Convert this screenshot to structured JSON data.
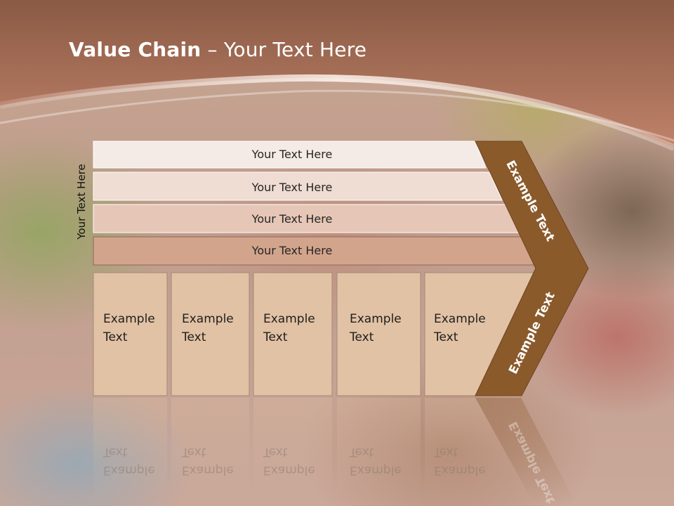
{
  "title": {
    "bold": "Value Chain",
    "rest": " – Your Text Here"
  },
  "side_label": "Your Text Here",
  "rows": [
    {
      "label": "Your Text Here",
      "color": "#f4ebe6"
    },
    {
      "label": "Your Text Here",
      "color": "#efdcd2"
    },
    {
      "label": "Your Text Here",
      "color": "#e6c6b6"
    },
    {
      "label": "Your Text Here",
      "color": "#d3a48c"
    }
  ],
  "boxes": [
    {
      "line1": "Example",
      "line2": "Text"
    },
    {
      "line1": "Example",
      "line2": "Text"
    },
    {
      "line1": "Example",
      "line2": "Text"
    },
    {
      "line1": "Example",
      "line2": "Text"
    },
    {
      "line1": "Example",
      "line2": "Text"
    }
  ],
  "chevron": {
    "upper": "Example Text",
    "lower": "Example Text",
    "color": "#8b5a2b"
  },
  "colors": {
    "banner": "#b8785a",
    "box_fill": "#e2c2a4",
    "box_stroke": "#a08a7a"
  }
}
